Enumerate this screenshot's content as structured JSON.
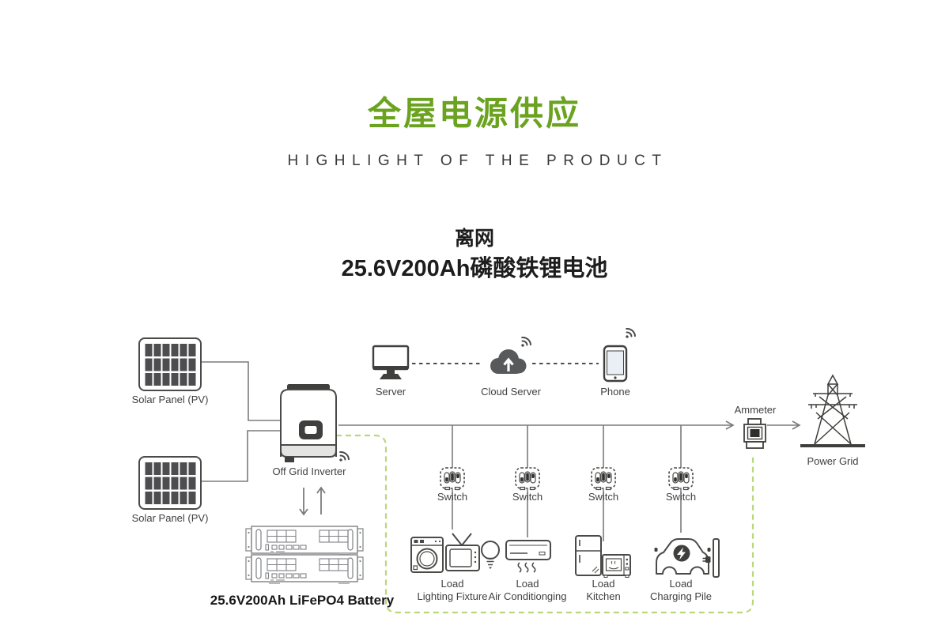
{
  "header": {
    "title": "全屋电源供应",
    "subtitle": "HIGHLIGHT OF THE PRODUCT"
  },
  "section": {
    "mode": "离网",
    "spec": "25.6V200Ah磷酸铁锂电池"
  },
  "diagram": {
    "solar_panel_1": "Solar Panel (PV)",
    "solar_panel_2": "Solar Panel (PV)",
    "inverter": "Off Grid Inverter",
    "battery": "25.6V200Ah LiFePO4 Battery",
    "server": "Server",
    "cloud": "Cloud Server",
    "phone": "Phone",
    "switch_label": "Switch",
    "loads": [
      {
        "line1": "Load",
        "line2": "Lighting Fixture"
      },
      {
        "line1": "Load",
        "line2": "Air Conditionging"
      },
      {
        "line1": "Load",
        "line2": "Kitchen"
      },
      {
        "line1": "Load",
        "line2": "Charging Pile"
      }
    ],
    "ammeter": "Ammeter",
    "power_grid": "Power Grid"
  },
  "colors": {
    "accent_green": "#6ba320",
    "dashed_green": "#b9d87c",
    "line_gray": "#7a7b7e",
    "icon_dark": "#3f3f3d",
    "battery_gray": "#808184",
    "text": "#414042"
  },
  "icons": [
    "solar-panel-icon",
    "inverter-icon",
    "wifi-icon",
    "battery-rack-icon",
    "monitor-icon",
    "cloud-upload-icon",
    "smartphone-icon",
    "switch-icon",
    "washing-machine-icon",
    "tv-icon",
    "light-bulb-icon",
    "air-conditioner-icon",
    "fridge-icon",
    "microwave-icon",
    "ev-car-icon",
    "charging-pile-icon",
    "ammeter-icon",
    "power-tower-icon"
  ]
}
